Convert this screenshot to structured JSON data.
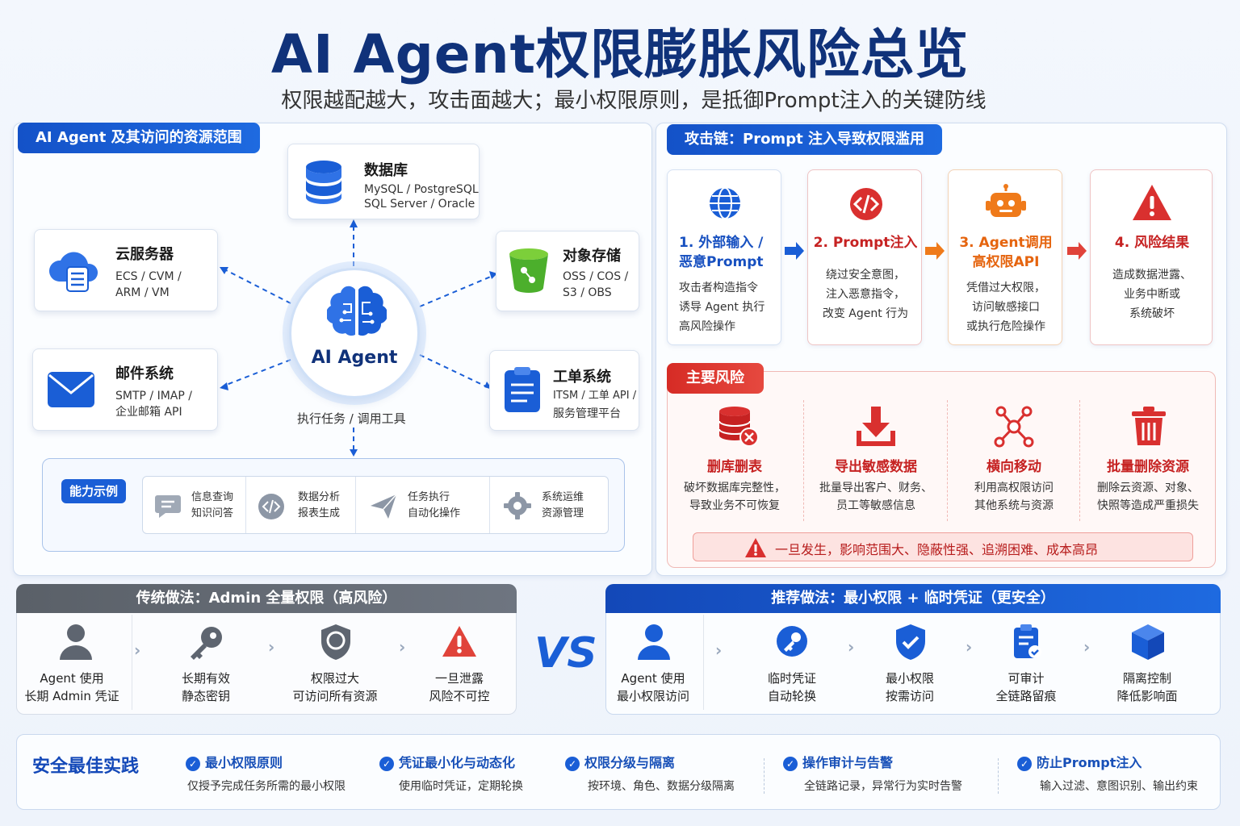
{
  "title": "AI Agent权限膨胀风险总览",
  "subtitle": "权限越配越大，攻击面越大；最小权限原则，是抵御Prompt注入的关键防线",
  "left_panel": {
    "tag": "AI Agent 及其访问的资源范围",
    "agent_label": "AI Agent",
    "task_label": "执行任务 / 调用工具",
    "resources": {
      "database": {
        "title": "数据库",
        "line1": "MySQL / PostgreSQL",
        "line2": "SQL Server / Oracle",
        "icon": "database-icon"
      },
      "cloud": {
        "title": "云服务器",
        "line1": "ECS / CVM /",
        "line2": "ARM / VM",
        "icon": "cloud-server-icon"
      },
      "storage": {
        "title": "对象存储",
        "line1": "OSS / COS /",
        "line2": "S3 / OBS",
        "icon": "bucket-icon"
      },
      "mail": {
        "title": "邮件系统",
        "line1": "SMTP / IMAP /",
        "line2": "企业邮箱 API",
        "icon": "mail-icon"
      },
      "ticket": {
        "title": "工单系统",
        "line1": "ITSM / 工单 API /",
        "line2": "服务管理平台",
        "icon": "clipboard-icon"
      }
    },
    "capabilities": {
      "tag": "能力示例",
      "items": [
        {
          "line1": "信息查询",
          "line2": "知识问答",
          "icon": "chat-icon"
        },
        {
          "line1": "数据分析",
          "line2": "报表生成",
          "icon": "code-icon"
        },
        {
          "line1": "任务执行",
          "line2": "自动化操作",
          "icon": "send-icon"
        },
        {
          "line1": "系统运维",
          "line2": "资源管理",
          "icon": "gear-icon"
        }
      ]
    }
  },
  "attack_chain": {
    "tag": "攻击链：Prompt 注入导致权限滥用",
    "steps": [
      {
        "title1": "1. 外部输入 /",
        "title2": "恶意Prompt",
        "d1": "攻击者构造指令",
        "d2": "诱导 Agent 执行",
        "d3": "高风险操作",
        "color": "#1750c0",
        "icon": "globe-icon"
      },
      {
        "title1": "2. Prompt注入",
        "title2": "",
        "d1": "绕过安全意图，",
        "d2": "注入恶意指令，",
        "d3": "改变 Agent 行为",
        "color": "#c62222",
        "icon": "code-injection-icon"
      },
      {
        "title1": "3. Agent调用",
        "title2": "高权限API",
        "d1": "凭借过大权限，",
        "d2": "访问敏感接口",
        "d3": "或执行危险操作",
        "color": "#e5640e",
        "icon": "robot-icon"
      },
      {
        "title1": "4. 风险结果",
        "title2": "",
        "d1": "造成数据泄露、",
        "d2": "业务中断或",
        "d3": "系统破坏",
        "color": "#c62222",
        "icon": "warning-icon"
      }
    ]
  },
  "main_risks": {
    "tag": "主要风险",
    "items": [
      {
        "title": "删库删表",
        "d1": "破坏数据库完整性，",
        "d2": "导致业务不可恢复",
        "icon": "database-delete-icon"
      },
      {
        "title": "导出敏感数据",
        "d1": "批量导出客户、财务、",
        "d2": "员工等敏感信息",
        "icon": "download-icon"
      },
      {
        "title": "横向移动",
        "d1": "利用高权限访问",
        "d2": "其他系统与资源",
        "icon": "network-icon"
      },
      {
        "title": "批量删除资源",
        "d1": "删除云资源、对象、",
        "d2": "快照等造成严重损失",
        "icon": "trash-icon"
      }
    ],
    "warning": "一旦发生，影响范围大、隐蔽性强、追溯困难、成本高昂"
  },
  "traditional": {
    "header": "传统做法：Admin 全量权限（高风险）",
    "items": [
      {
        "l1": "Agent 使用",
        "l2": "长期 Admin 凭证",
        "icon": "user-icon"
      },
      {
        "l1": "长期有效",
        "l2": "静态密钥",
        "icon": "key-icon"
      },
      {
        "l1": "权限过大",
        "l2": "可访问所有资源",
        "icon": "shield-icon"
      },
      {
        "l1": "一旦泄露",
        "l2": "风险不可控",
        "icon": "warning-icon"
      }
    ]
  },
  "vs": "VS",
  "recommended": {
    "header": "推荐做法：最小权限 + 临时凭证（更安全）",
    "items": [
      {
        "l1": "Agent 使用",
        "l2": "最小权限访问",
        "icon": "user-icon"
      },
      {
        "l1": "临时凭证",
        "l2": "自动轮换",
        "icon": "key-rotate-icon"
      },
      {
        "l1": "最小权限",
        "l2": "按需访问",
        "icon": "shield-check-icon"
      },
      {
        "l1": "可审计",
        "l2": "全链路留痕",
        "icon": "audit-icon"
      },
      {
        "l1": "隔离控制",
        "l2": "降低影响面",
        "icon": "cube-icon"
      }
    ]
  },
  "best_practices": {
    "title": "安全最佳实践",
    "items": [
      {
        "title": "最小权限原则",
        "desc": "仅授予完成任务所需的最小权限"
      },
      {
        "title": "凭证最小化与动态化",
        "desc": "使用临时凭证，定期轮换"
      },
      {
        "title": "权限分级与隔离",
        "desc": "按环境、角色、数据分级隔离"
      },
      {
        "title": "操作审计与告警",
        "desc": "全链路记录，异常行为实时告警"
      },
      {
        "title": "防止Prompt注入",
        "desc": "输入过滤、意图识别、输出约束"
      }
    ]
  },
  "colors": {
    "brand": "#10327a",
    "primary": "#1a5ed6",
    "danger": "#c62222",
    "orange": "#e5640e",
    "gray_header": "#5e6570"
  }
}
